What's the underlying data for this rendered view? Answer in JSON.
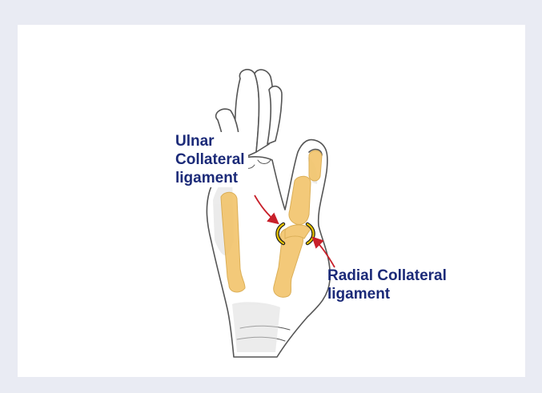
{
  "diagram": {
    "labels": {
      "ulnar": [
        "Ulnar",
        "Collateral",
        "ligament"
      ],
      "radial": [
        "Radial Collateral",
        "ligament"
      ]
    },
    "colors": {
      "background": "#e9ebf3",
      "card": "#ffffff",
      "label_text": "#1b2a78",
      "bone": "#f2c56e",
      "arrow": "#c8202a",
      "ligament_marker": "#e6c200",
      "sketch_line": "#555555",
      "skin_shade": "#dcdcdc"
    },
    "icons": {
      "hand": "hand-sketch-icon",
      "ulnar_arrow": "arrow-icon",
      "radial_arrow": "arrow-icon",
      "ligament_marker": "ligament-marker-icon"
    }
  }
}
